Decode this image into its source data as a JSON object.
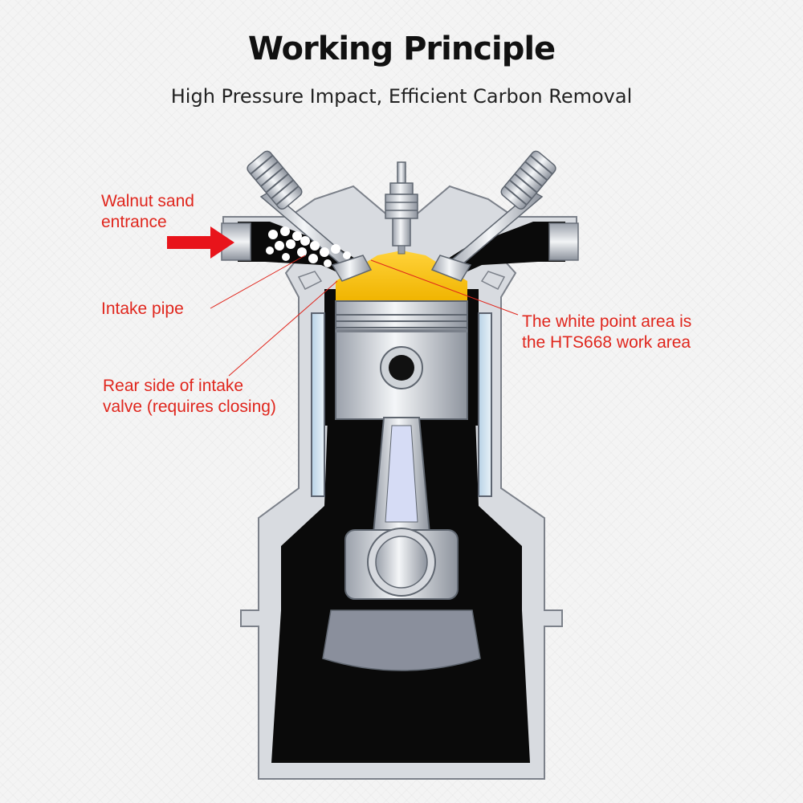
{
  "header": {
    "title": "Working Principle",
    "subtitle": "High Pressure Impact, Efficient Carbon Removal"
  },
  "labels": {
    "entrance_line1": "Walnut sand",
    "entrance_line2": "entrance",
    "intake_pipe": "Intake pipe",
    "rear_valve_line1": "Rear side of intake",
    "rear_valve_line2": "valve (requires closing)",
    "work_area_line1": "The white point area is",
    "work_area_line2": "the HTS668 work area"
  },
  "colors": {
    "label_red": "#e0261d",
    "arrow_red": "#e8141b",
    "chamber_yellow": "#f5c000",
    "block_gray": "#d8dbe0",
    "crankcase_black": "#0a0a0a"
  },
  "icons": {
    "entrance_arrow": "red-right-arrow"
  }
}
